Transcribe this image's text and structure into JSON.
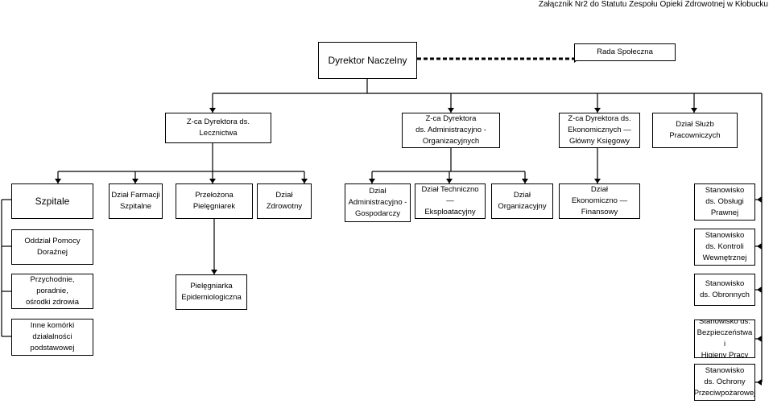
{
  "header_note": "Załącznik Nr2 do Statutu Zespołu Opieki Zdrowotnej w Kłobucku",
  "boxes": {
    "director": "Dyrektor Naczelny",
    "council": "Rada Społeczna",
    "deputy_medical": "Z-ca Dyrektora ds. Lecznictwa",
    "deputy_admin": "Z-ca Dyrektora\nds. Administracyjno  -\nOrganizacyjnych",
    "deputy_econ": "Z-ca Dyrektora ds.\nEkonomicznych  —\nGłówny Księgowy",
    "hr": "Dział Służb\nPracowniczych",
    "hospitals": "Szpitale",
    "pharmacy": "Dział Farmacji\nSzpitalne",
    "head_nurse": "Przełożona\nPielęgniarek",
    "health": "Dział\nZdrowotny",
    "admin_econ": "Dział\nAdministracyjno -\nGospodarczy",
    "technical": "Dział Techniczno  —\nEksploatacyjny",
    "organizational": "Dział\nOrganizacyjny",
    "finance": "Dział\nEkonomiczno  —\nFinansowy",
    "legal": "Stanowisko\nds. Obsługi\nPrawnej",
    "internal_control": "Stanowisko\nds. Kontroli\nWewnętrznej",
    "defense": "Stanowisko\nds. Obronnych",
    "safety": "Stanowisko ds.\nBezpieczeństwa i\nHigieny Pracy",
    "fire": "Stanowisko\nds. Ochrony\nPrzeciwpożarowej",
    "emergency": "Oddział Pomocy\nDoraźnej",
    "clinics": "Przychodnie, poradnie,\nośrodki zdrowia",
    "other_units": "Inne komórki\ndziałalności\npodstawowej",
    "epid_nurse": "Pielęgniarka\nEpidemiologiczna"
  }
}
